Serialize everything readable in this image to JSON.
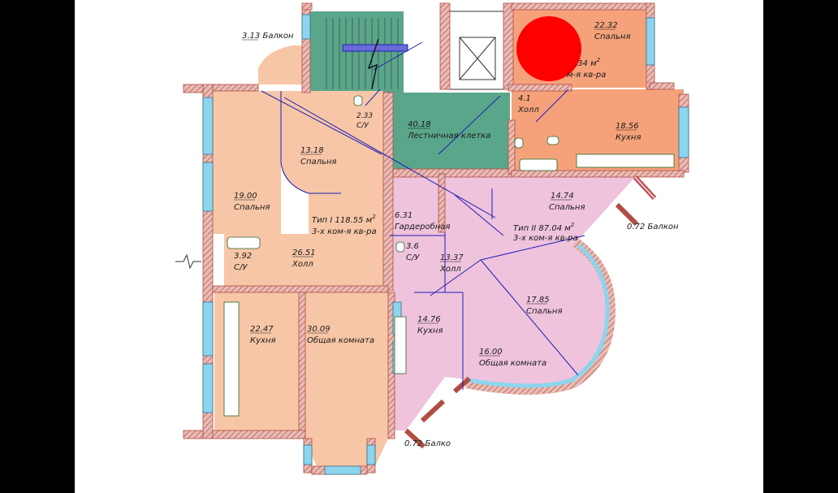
{
  "colors": {
    "background": "#000000",
    "paper": "#ffffff",
    "apt_type1": "#f7c6a6",
    "apt_type2": "#efc3dc",
    "apt_top": "#f5a27b",
    "stair": "#5aa68a",
    "wall": "#d9a19a",
    "wall_hatch": "#b24d44",
    "window": "#8cd5ef",
    "line": "#1f1fb8",
    "marker": "#ff0000"
  },
  "apt_type1": {
    "title": "Тип I",
    "area": "118.55 м",
    "superscript": "2",
    "subtitle": "3-х ком-я кв-ра"
  },
  "apt_type2": {
    "title": "Тип II",
    "area": "87.04 м",
    "superscript": "2",
    "subtitle": "3-х ком-я кв-ра"
  },
  "apt_top": {
    "area": ".34 м",
    "superscript": "2",
    "subtitle": "м-я кв-ра"
  },
  "rooms": {
    "balcony_left_top": {
      "area": "3.13",
      "name": "Балкон"
    },
    "wc_top_left": {
      "area": "2.33",
      "name": "С/У"
    },
    "stairwell": {
      "area": "40.18",
      "name": "Лестничная клетка"
    },
    "bedroom_top": {
      "area": "22.32",
      "name": "Спальня"
    },
    "hall_top": {
      "area": "4.1",
      "name": "Холл"
    },
    "kitchen_top": {
      "area": "18.56",
      "name": "Кухня"
    },
    "bedroom_1318": {
      "area": "13.18",
      "name": "Спальня"
    },
    "bedroom_1900": {
      "area": "19.00",
      "name": "Спальня"
    },
    "wc_392": {
      "area": "3.92",
      "name": "С/У"
    },
    "hall_2651": {
      "area": "26.51",
      "name": "Холл"
    },
    "kitchen_2247": {
      "area": "22.47",
      "name": "Кухня"
    },
    "living_3009": {
      "area": "30.09",
      "name": "Общая комната"
    },
    "wardrobe": {
      "area": "6.31",
      "name": "Гардеробная"
    },
    "wc_36": {
      "area": "3.6",
      "name": "С/У"
    },
    "hall_1337": {
      "area": "13.37",
      "name": "Холл"
    },
    "kitchen_1476": {
      "area": "14.76",
      "name": "Кухня"
    },
    "bedroom_1474": {
      "area": "14.74",
      "name": "Спальня"
    },
    "bedroom_1785": {
      "area": "17.85",
      "name": "Спальня"
    },
    "living_1600": {
      "area": "16.00",
      "name": "Общая комната"
    },
    "balcony_right": {
      "area": "0.72",
      "name": "Балкон"
    },
    "balcony_bottom": {
      "area": "0.72",
      "name": "Балко"
    }
  }
}
